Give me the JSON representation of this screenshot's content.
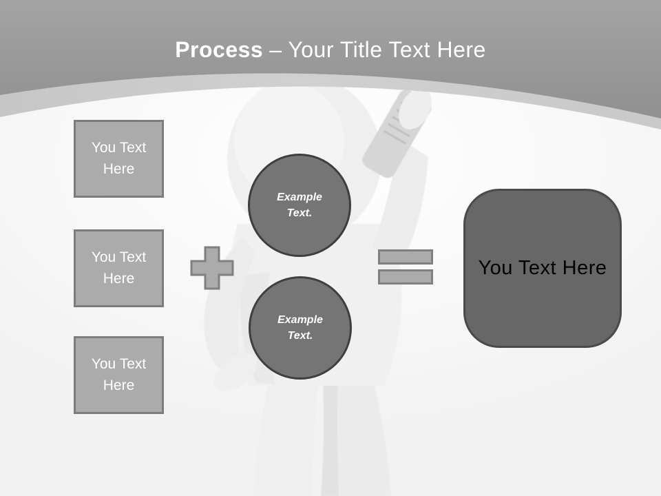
{
  "slide": {
    "title": {
      "bold": "Process",
      "regular": "– Your Title Text Here"
    }
  },
  "diagram": {
    "inputs": [
      {
        "label": "You Text Here"
      },
      {
        "label": "You Text Here"
      },
      {
        "label": "You Text Here"
      }
    ],
    "operators": {
      "plus_icon": "plus",
      "equals_icon": "equals"
    },
    "circles": [
      {
        "label": "Example Text."
      },
      {
        "label": "Example Text."
      }
    ],
    "result": {
      "label": "You Text Here"
    }
  },
  "background": {
    "illustration": "white-3d-figure-talking-on-cell-phone"
  },
  "colors": {
    "header_top": "#a4a4a4",
    "header_bottom": "#8c8c8c",
    "header_band": "#c9c9c9",
    "title_text": "#ffffff",
    "input_fill": "#ababab",
    "input_border": "#7c7c7c",
    "input_text": "#ffffff",
    "operator_fill": "#ababab",
    "operator_border": "#808080",
    "circle_fill": "#757575",
    "circle_border": "#3e3e3e",
    "circle_text": "#ffffff",
    "result_fill": "#676767",
    "result_border": "#4a4a4a",
    "result_text": "#000000",
    "content_background": "#f7f7f7"
  }
}
